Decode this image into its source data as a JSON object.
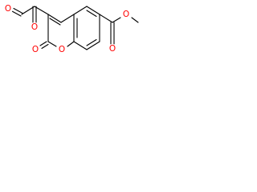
{
  "molecule": {
    "colors": {
      "bond": "#000000",
      "oxygen": "#ff0000",
      "background": "#ffffff"
    },
    "atom_labels": {
      "aldehyde_oxygen": "O",
      "ketone_oxygen": "O",
      "lactone_carbonyl_oxygen": "O",
      "ring_oxygen": "O",
      "ester_carbonyl_oxygen": "O",
      "ester_ether_oxygen": "O"
    }
  }
}
